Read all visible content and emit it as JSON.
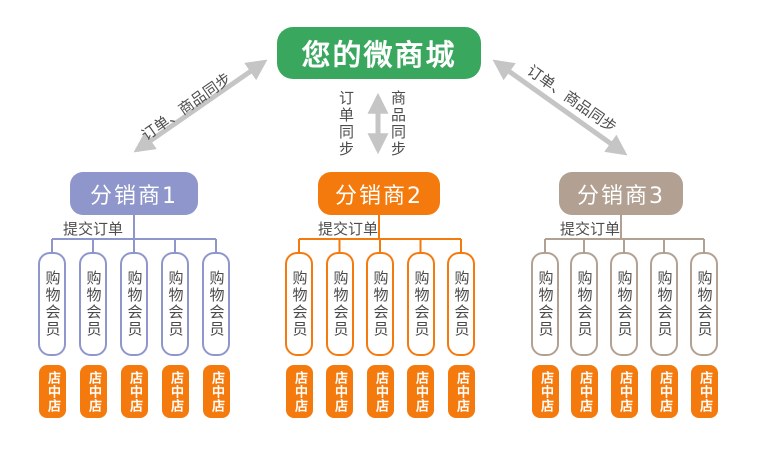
{
  "diagram": {
    "title": "您的微商城",
    "sync_labels": {
      "left_diagonal": "订单、商品同步",
      "right_diagonal": "订单、商品同步",
      "vertical_order": "订单同步",
      "vertical_product": "商品同步"
    },
    "groups": [
      {
        "name": "分销商1",
        "color": "#8e96cb",
        "submit_label": "提交订单",
        "members": [
          "购物会员",
          "购物会员",
          "购物会员",
          "购物会员",
          "购物会员"
        ],
        "stores": [
          "店中店",
          "店中店",
          "店中店",
          "店中店",
          "店中店"
        ]
      },
      {
        "name": "分销商2",
        "color": "#f57a0d",
        "submit_label": "提交订单",
        "members": [
          "购物会员",
          "购物会员",
          "购物会员",
          "购物会员",
          "购物会员"
        ],
        "stores": [
          "店中店",
          "店中店",
          "店中店",
          "店中店",
          "店中店"
        ]
      },
      {
        "name": "分销商3",
        "color": "#b2a192",
        "submit_label": "提交订单",
        "members": [
          "购物会员",
          "购物会员",
          "购物会员",
          "购物会员",
          "购物会员"
        ],
        "stores": [
          "店中店",
          "店中店",
          "店中店",
          "店中店",
          "店中店"
        ]
      }
    ],
    "colors": {
      "mall_green": "#3aa75f",
      "distributor1_purple": "#8e96cb",
      "distributor2_orange": "#f57a0d",
      "distributor3_tan": "#b2a192",
      "store_orange": "#f57a0d",
      "arrow_gray": "#c5c5c5",
      "label_text": "#4d4d4d"
    }
  }
}
